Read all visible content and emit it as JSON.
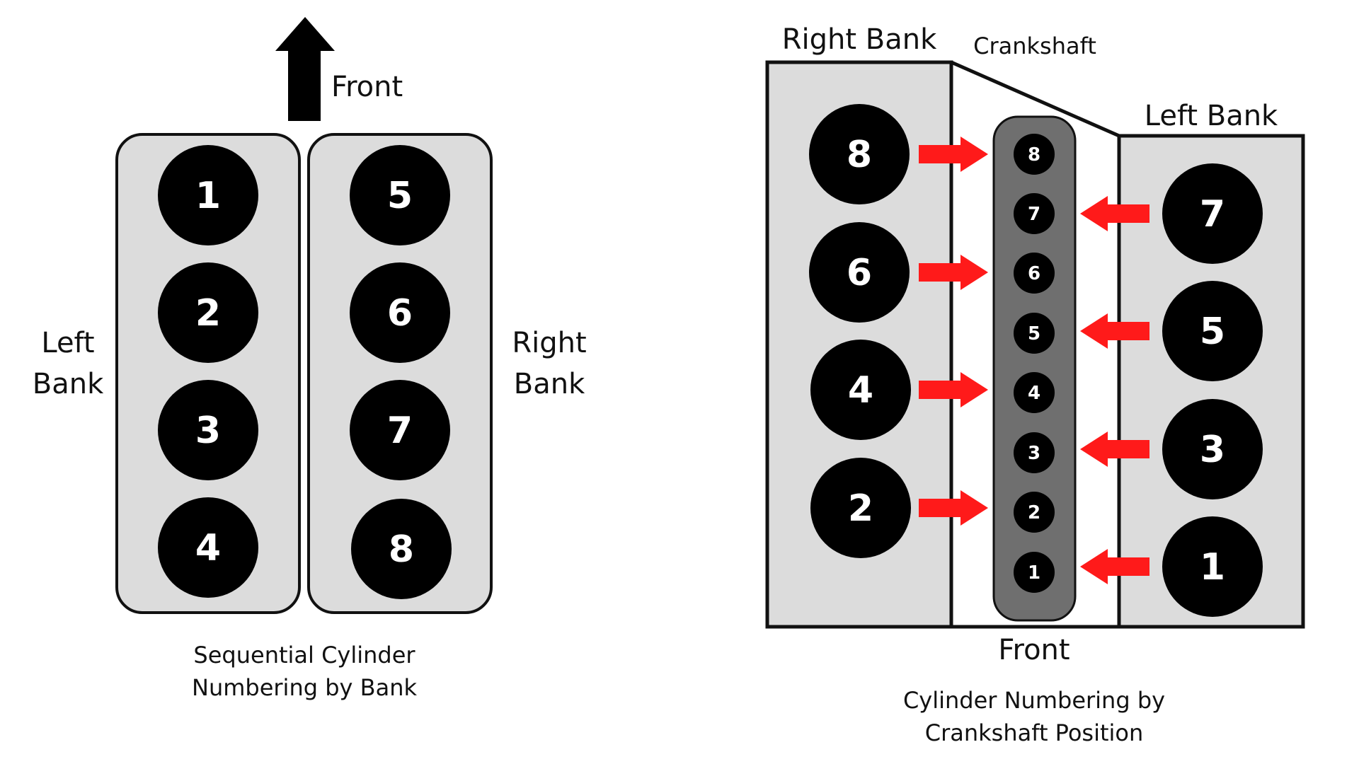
{
  "colors": {
    "bank_fill": "#dcdcdc",
    "outline": "#111111",
    "cylinder": "#000000",
    "cylinder_text": "#ffffff",
    "crankshaft": "#6f6f6f",
    "arrow": "#ff1a1a",
    "background": "#ffffff"
  },
  "left_diagram": {
    "front_label": "Front",
    "left_bank_line1": "Left",
    "left_bank_line2": "Bank",
    "right_bank_line1": "Right",
    "right_bank_line2": "Bank",
    "left_cylinders": [
      "1",
      "2",
      "3",
      "4"
    ],
    "right_cylinders": [
      "5",
      "6",
      "7",
      "8"
    ],
    "caption_line1": "Sequential Cylinder",
    "caption_line2": "Numbering by Bank"
  },
  "right_diagram": {
    "right_bank_label": "Right Bank",
    "crankshaft_label": "Crankshaft",
    "left_bank_label": "Left Bank",
    "right_bank_cylinders": [
      "8",
      "6",
      "4",
      "2"
    ],
    "left_bank_cylinders": [
      "7",
      "5",
      "3",
      "1"
    ],
    "crank_positions": [
      "8",
      "7",
      "6",
      "5",
      "4",
      "3",
      "2",
      "1"
    ],
    "front_label": "Front",
    "caption_line1": "Cylinder Numbering by",
    "caption_line2": "Crankshaft Position"
  }
}
